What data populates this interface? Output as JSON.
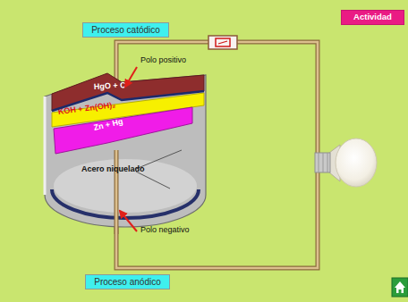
{
  "diagram": {
    "nodes": [
      {
        "text": [
          "Proceso catódico"
        ]
      },
      {
        "text": [
          "Actividad"
        ]
      },
      {
        "text": [
          "HgO + C"
        ]
      },
      {
        "text": [
          "KOH + Zn(OH)₂"
        ]
      },
      {
        "text": [
          "Zn + Hg"
        ]
      },
      {
        "text": [
          "Proceso anódico"
        ]
      }
    ],
    "labels": [
      "Polo positivo",
      "Acero niquelado",
      "Polo negativo"
    ]
  }
}
